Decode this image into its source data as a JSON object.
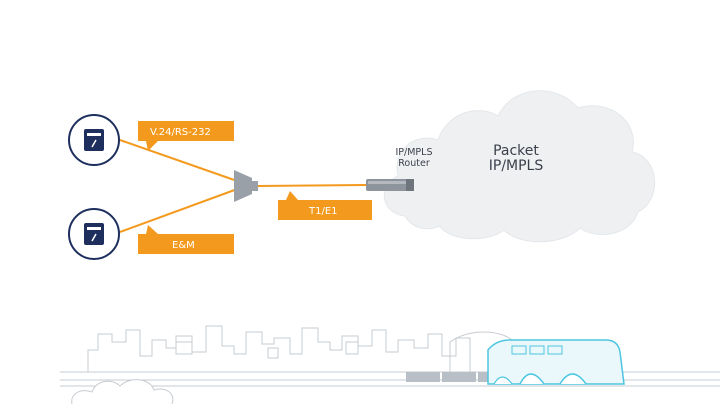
{
  "labels": {
    "serial_link": "V.24/RS-232",
    "voice_link": "E&M",
    "trunk_link": "T1/E1",
    "router_line1": "IP/MPLS",
    "router_line2": "Router",
    "cloud_line1": "Packet",
    "cloud_line2": "IP/MPLS"
  },
  "colors": {
    "accent_orange": "#f39a1e",
    "device_navy": "#1e2f5e",
    "cloud_fill": "#eef0f2",
    "mux_gray": "#9aa0a8",
    "skyline_gray": "#c7ccd1",
    "tram_cyan": "#4cc6e0"
  },
  "icons": {
    "device_1": "terminal-device-icon",
    "device_2": "voice-device-icon",
    "mux": "multiplexer-icon",
    "router": "router-icon",
    "cloud": "cloud-icon"
  }
}
